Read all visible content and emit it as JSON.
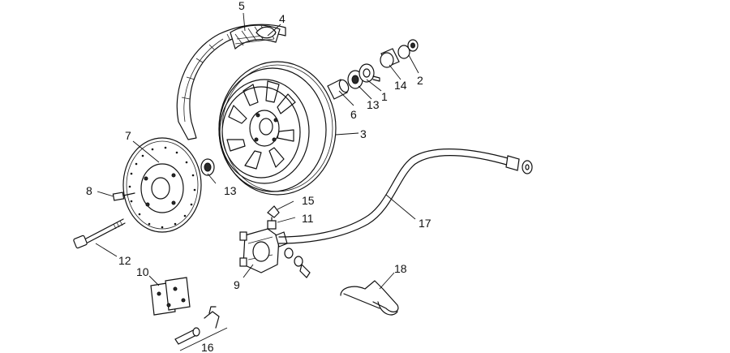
{
  "callouts": [
    {
      "id": "c1",
      "text": "1"
    },
    {
      "id": "c2",
      "text": "2"
    },
    {
      "id": "c3",
      "text": "3"
    },
    {
      "id": "c4",
      "text": "4"
    },
    {
      "id": "c5",
      "text": "5"
    },
    {
      "id": "c6",
      "text": "6"
    },
    {
      "id": "c7",
      "text": "7"
    },
    {
      "id": "c8",
      "text": "8"
    },
    {
      "id": "c9",
      "text": "9"
    },
    {
      "id": "c10",
      "text": "10"
    },
    {
      "id": "c11",
      "text": "11"
    },
    {
      "id": "c12",
      "text": "12"
    },
    {
      "id": "c13a",
      "text": "13"
    },
    {
      "id": "c13b",
      "text": "13"
    },
    {
      "id": "c14",
      "text": "14"
    },
    {
      "id": "c15",
      "text": "15"
    },
    {
      "id": "c16",
      "text": "16"
    },
    {
      "id": "c17",
      "text": "17"
    },
    {
      "id": "c18",
      "text": "18"
    }
  ]
}
